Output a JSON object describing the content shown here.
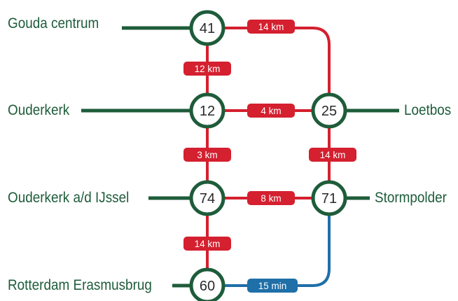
{
  "colors": {
    "route_red": "#d4202f",
    "route_blue": "#1f6fa8",
    "connector_green": "#1e5c3a",
    "node_ring": "#1e5c3a"
  },
  "places": {
    "gouda": "Gouda centrum",
    "ouderkerk": "Ouderkerk",
    "ouderkerk_ijssel": "Ouderkerk a/d IJssel",
    "rotterdam": "Rotterdam Erasmusbrug",
    "loetbos": "Loetbos",
    "stormpolder": "Stormpolder"
  },
  "nodes": {
    "n41": "41",
    "n12": "12",
    "n74": "74",
    "n60": "60",
    "n25": "25",
    "n71": "71"
  },
  "distances": {
    "d41_25": "14 km",
    "d41_12": "12 km",
    "d12_25": "4 km",
    "d12_74": "3 km",
    "d25_71": "14 km",
    "d74_71": "8 km",
    "d74_60": "14 km",
    "d60_71": "15 min"
  }
}
